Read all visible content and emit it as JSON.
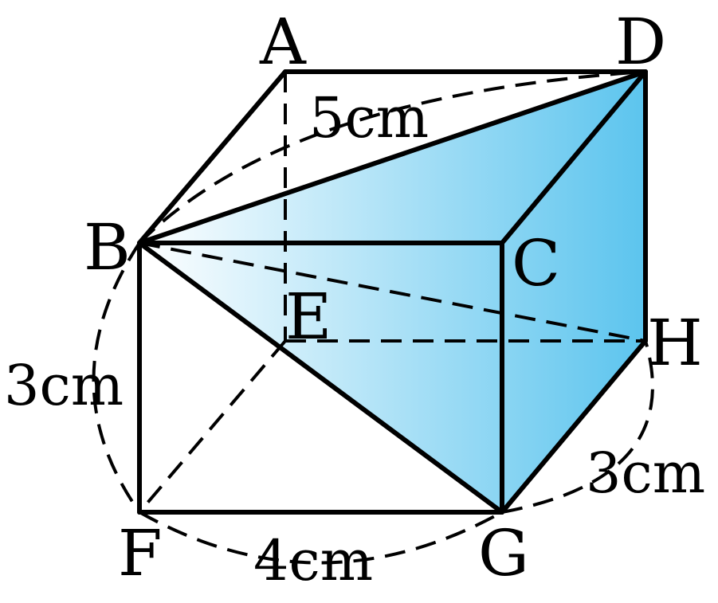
{
  "colors": {
    "shade_light": "#ffffff",
    "shade_dark": "#5bc4ee",
    "line": "#000000"
  },
  "vertices": {
    "A": "A",
    "B": "B",
    "C": "C",
    "D": "D",
    "E": "E",
    "F": "F",
    "G": "G",
    "H": "H"
  },
  "measurements": {
    "bd": "5cm",
    "bf": "3cm",
    "fg": "4cm",
    "gh": "3cm"
  }
}
